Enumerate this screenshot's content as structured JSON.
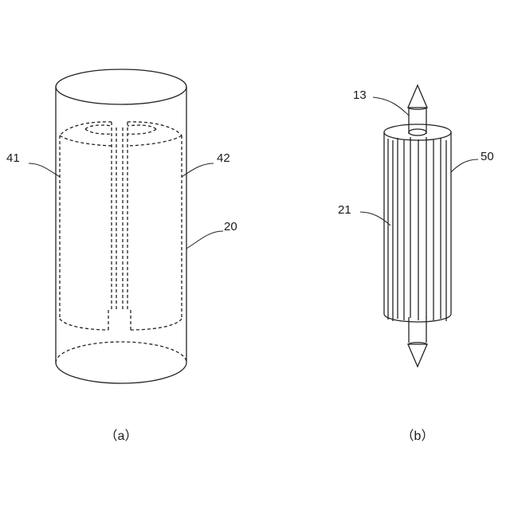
{
  "figure": {
    "panel_a": {
      "caption": "（a）",
      "labels": {
        "l41": "41",
        "l42": "42",
        "l20": "20"
      }
    },
    "panel_b": {
      "caption": "（b）",
      "labels": {
        "l13": "13",
        "l50": "50",
        "l21": "21"
      }
    }
  }
}
